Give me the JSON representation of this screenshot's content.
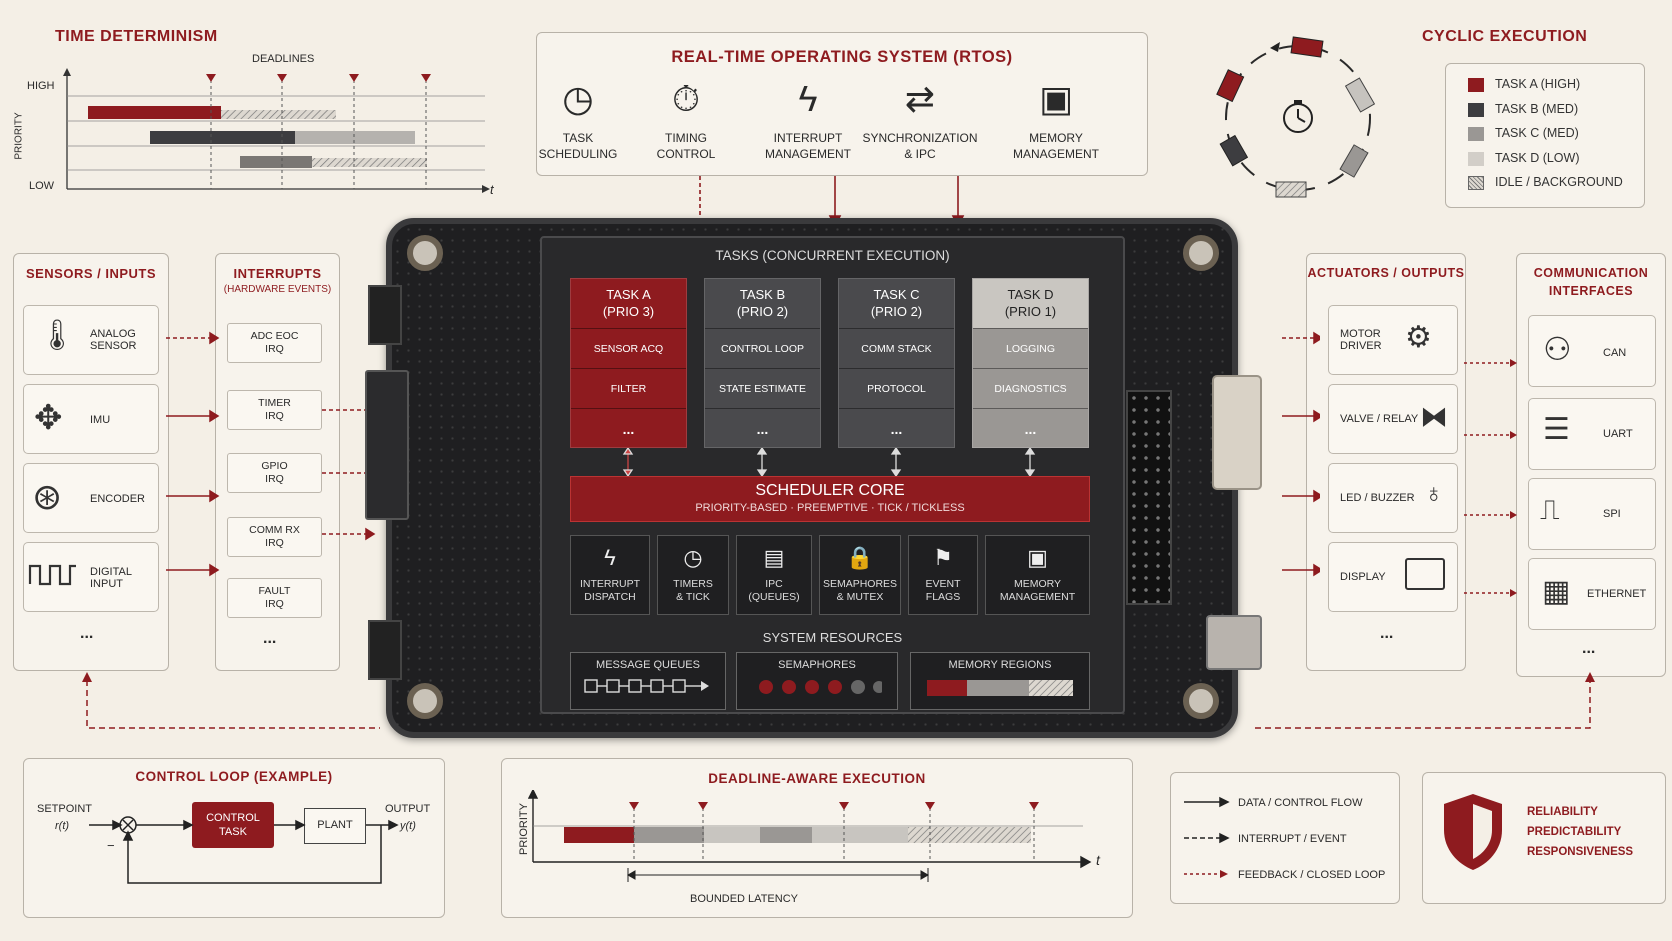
{
  "time_det": {
    "title": "TIME DETERMINISM",
    "deadlines": "DEADLINES",
    "high": "HIGH",
    "low": "LOW",
    "priority": "PRIORITY",
    "t": "t"
  },
  "rtos": {
    "title": "REAL-TIME OPERATING SYSTEM (RTOS)",
    "items": [
      {
        "icon": "clock-icon",
        "l1": "TASK",
        "l2": "SCHEDULING"
      },
      {
        "icon": "stopwatch-icon",
        "l1": "TIMING",
        "l2": "CONTROL"
      },
      {
        "icon": "lightning-icon",
        "l1": "INTERRUPT",
        "l2": "MANAGEMENT"
      },
      {
        "icon": "sync-arrows-icon",
        "l1": "SYNCHRONIZATION",
        "l2": "& IPC"
      },
      {
        "icon": "chip-icon",
        "l1": "MEMORY",
        "l2": "MANAGEMENT"
      }
    ]
  },
  "cyclic": {
    "title": "CYCLIC EXECUTION",
    "legend": [
      {
        "label": "TASK A (HIGH)",
        "color": "#8e1b1f"
      },
      {
        "label": "TASK B (MED)",
        "color": "#3d3d40"
      },
      {
        "label": "TASK C (MED)",
        "color": "#9a9794"
      },
      {
        "label": "TASK D (LOW)",
        "color": "#d2cec8"
      },
      {
        "label": "IDLE / BACKGROUND",
        "color": "hatch"
      }
    ]
  },
  "sensors": {
    "title": "SENSORS / INPUTS",
    "items": [
      "ANALOG\nSENSOR",
      "IMU",
      "ENCODER",
      "DIGITAL\nINPUT"
    ],
    "more": "..."
  },
  "interrupts": {
    "title": "INTERRUPTS",
    "sub": "(HARDWARE EVENTS)",
    "items": [
      {
        "l1": "ADC EOC",
        "l2": "IRQ"
      },
      {
        "l1": "TIMER",
        "l2": "IRQ"
      },
      {
        "l1": "GPIO",
        "l2": "IRQ"
      },
      {
        "l1": "COMM RX",
        "l2": "IRQ"
      },
      {
        "l1": "FAULT",
        "l2": "IRQ"
      }
    ],
    "more": "..."
  },
  "tasks_header": {
    "bold": "TASKS",
    "rest": " (CONCURRENT EXECUTION)"
  },
  "tasks": [
    {
      "name": "TASK A",
      "prio": "(PRIO 3)",
      "subs": [
        "SENSOR ACQ",
        "FILTER",
        "..."
      ],
      "color": "#8e1b1f"
    },
    {
      "name": "TASK B",
      "prio": "(PRIO 2)",
      "subs": [
        "CONTROL LOOP",
        "STATE ESTIMATE",
        "..."
      ],
      "color": "#4a4a4d"
    },
    {
      "name": "TASK C",
      "prio": "(PRIO 2)",
      "subs": [
        "COMM STACK",
        "PROTOCOL",
        "..."
      ],
      "color": "#4a4a4d"
    },
    {
      "name": "TASK D",
      "prio": "(PRIO 1)",
      "subs": [
        "LOGGING",
        "DIAGNOSTICS",
        "..."
      ],
      "color": "#9a9794"
    }
  ],
  "scheduler": {
    "title": "SCHEDULER CORE",
    "sub": "PRIORITY-BASED · PREEMPTIVE · TICK / TICKLESS"
  },
  "modules": [
    {
      "icon": "lightning-icon",
      "glyph": "ϟ",
      "l1": "INTERRUPT",
      "l2": "DISPATCH"
    },
    {
      "icon": "clock-icon",
      "glyph": "◷",
      "l1": "TIMERS",
      "l2": "& TICK"
    },
    {
      "icon": "queue-icon",
      "glyph": "▤",
      "l1": "IPC",
      "l2": "(QUEUES)"
    },
    {
      "icon": "lock-icon",
      "glyph": "🔒",
      "l1": "SEMAPHORES",
      "l2": "& MUTEX"
    },
    {
      "icon": "flag-icon",
      "glyph": "⚑",
      "l1": "EVENT",
      "l2": "FLAGS"
    },
    {
      "icon": "chip-icon",
      "glyph": "▣",
      "l1": "MEMORY",
      "l2": "MANAGEMENT"
    }
  ],
  "resources": {
    "title": "SYSTEM RESOURCES",
    "mq": "MESSAGE QUEUES",
    "sem": "SEMAPHORES",
    "mem": "MEMORY REGIONS"
  },
  "actuators": {
    "title": "ACTUATORS / OUTPUTS",
    "items": [
      "MOTOR\nDRIVER",
      "VALVE / RELAY",
      "LED / BUZZER",
      "DISPLAY"
    ],
    "more": "..."
  },
  "comm": {
    "title": "COMMUNICATION\nINTERFACES",
    "items": [
      "CAN",
      "UART",
      "SPI",
      "ETHERNET"
    ],
    "more": "..."
  },
  "control": {
    "title": "CONTROL LOOP (EXAMPLE)",
    "setpoint": "SETPOINT",
    "r": "r(t)",
    "task": "CONTROL\nTASK",
    "plant": "PLANT",
    "output": "OUTPUT",
    "y": "y(t)",
    "minus": "−"
  },
  "deadline": {
    "title": "DEADLINE-AWARE EXECUTION",
    "priority": "PRIORITY",
    "t": "t",
    "latency": "BOUNDED LATENCY"
  },
  "flow_legend": [
    {
      "label": "DATA / CONTROL FLOW"
    },
    {
      "label": "INTERRUPT / EVENT"
    },
    {
      "label": "FEEDBACK / CLOSED LOOP"
    }
  ],
  "reliability": [
    "RELIABILITY",
    "PREDICTABILITY",
    "RESPONSIVENESS"
  ]
}
